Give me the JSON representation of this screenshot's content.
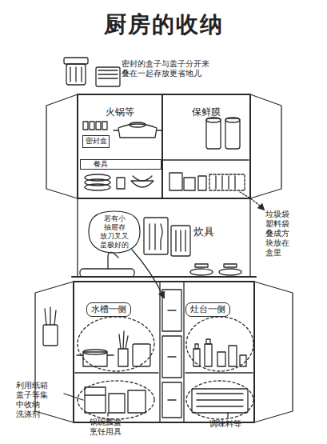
{
  "diagram": {
    "title": "厨房的收纳",
    "nodes": [
      {
        "text": [
          "火锅等"
        ]
      },
      {
        "text": [
          "密封盒"
        ],
        "in": 0
      },
      {
        "text": [
          "餐具"
        ],
        "in": 0
      },
      {
        "text": [
          "保鲜膜"
        ]
      },
      {
        "text": [
          "若有小 抽屉存 放刀叉又 是极好的"
        ]
      },
      {
        "text": [
          "水槽一侧"
        ]
      },
      {
        "text": [
          "灶台一侧"
        ]
      }
    ],
    "labels": [
      "密封的盒子与盖子分开来 叠在一起存放更省地儿",
      "炊具",
      "垃圾袋 塑料袋 叠成方 块放在 盒里",
      "利用纸箱 盖子等集 中收纳 洗涤剂",
      "锅碗瓢盆 烹饪用具",
      "调味料等"
    ]
  }
}
